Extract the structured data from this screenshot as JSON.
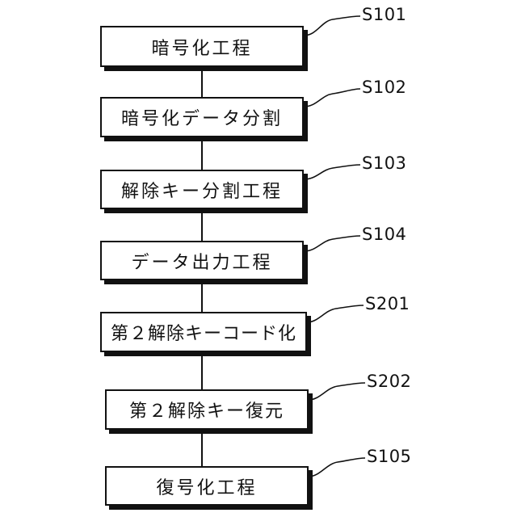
{
  "steps": [
    {
      "id": "S101",
      "label": "暗号化工程"
    },
    {
      "id": "S102",
      "label": "暗号化データ分割"
    },
    {
      "id": "S103",
      "label": "解除キー分割工程"
    },
    {
      "id": "S104",
      "label": "データ出力工程"
    },
    {
      "id": "S201",
      "label": "第２解除キーコード化"
    },
    {
      "id": "S202",
      "label": "第２解除キー復元"
    },
    {
      "id": "S105",
      "label": "復号化工程"
    }
  ]
}
